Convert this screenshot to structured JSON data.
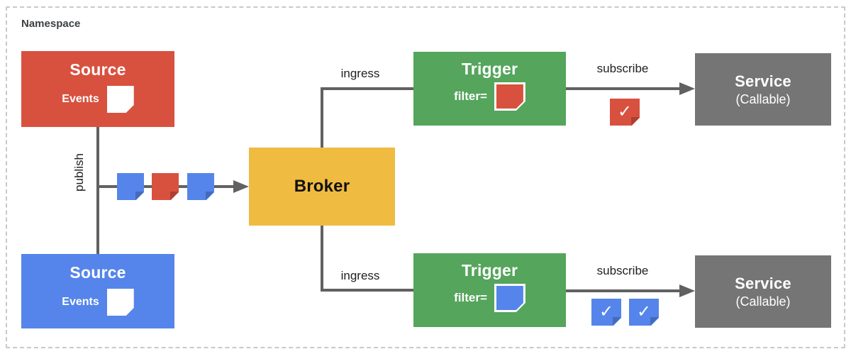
{
  "namespace": {
    "label": "Namespace"
  },
  "colors": {
    "source_red": "#d8513f",
    "source_blue": "#5585ea",
    "broker_yellow": "#efbb41",
    "trigger_green": "#55a55c",
    "service_gray": "#757575",
    "connector_gray": "#616161",
    "frame_dash_gray": "#c9c9c9",
    "label_dark": "#212121"
  },
  "nodes": {
    "source_top": {
      "title": "Source",
      "events_label": "Events",
      "color": "red",
      "event_icon": "white-folded-note"
    },
    "source_bottom": {
      "title": "Source",
      "events_label": "Events",
      "color": "blue",
      "event_icon": "white-folded-note"
    },
    "broker": {
      "title": "Broker"
    },
    "trigger_top": {
      "title": "Trigger",
      "filter_label": "filter=",
      "filter_icon_color": "red"
    },
    "trigger_bottom": {
      "title": "Trigger",
      "filter_label": "filter=",
      "filter_icon_color": "blue"
    },
    "service_top": {
      "title": "Service",
      "subtitle": "(Callable)"
    },
    "service_bottom": {
      "title": "Service",
      "subtitle": "(Callable)"
    }
  },
  "edges": {
    "publish_label": "publish",
    "ingress_top_label": "ingress",
    "ingress_bottom_label": "ingress",
    "subscribe_top_label": "subscribe",
    "subscribe_bottom_label": "subscribe"
  },
  "events_on_publish_line": [
    "blue",
    "red",
    "blue"
  ],
  "delivered_events": {
    "top": [
      "red-check"
    ],
    "bottom": [
      "blue-check",
      "blue-check"
    ]
  },
  "icons": {
    "checkmark": "✓",
    "event_note": "folded-corner-note"
  }
}
